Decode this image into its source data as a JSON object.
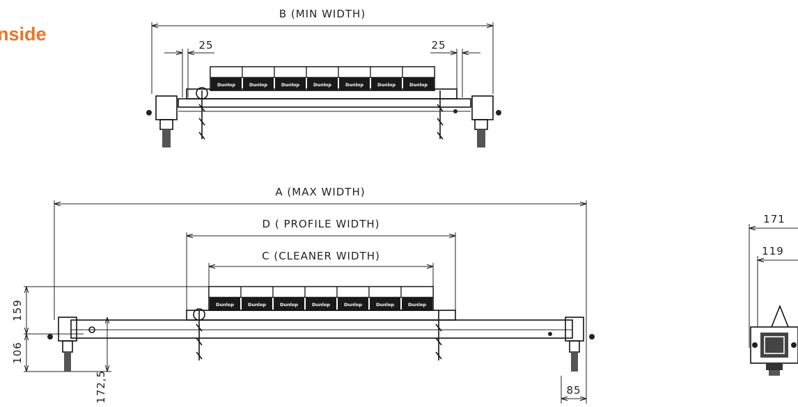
{
  "heading": "nside",
  "colors": {
    "heading": "#e8752a",
    "line": "#222222"
  },
  "top_view": {
    "width_label": "B (MIN WIDTH)",
    "left_offset": "25",
    "right_offset": "25"
  },
  "bottom_view": {
    "max_width_label": "A (MAX WIDTH)",
    "profile_width_label": "D ( PROFILE WIDTH)",
    "cleaner_width_label": "C (CLEANER WIDTH)",
    "dim_159": "159",
    "dim_106": "106",
    "dim_172_5": "172,5",
    "dim_85": "85"
  },
  "side_view": {
    "dim_171": "171",
    "dim_119": "119"
  },
  "blade_brand": "Dunlop",
  "blade_count": 7
}
